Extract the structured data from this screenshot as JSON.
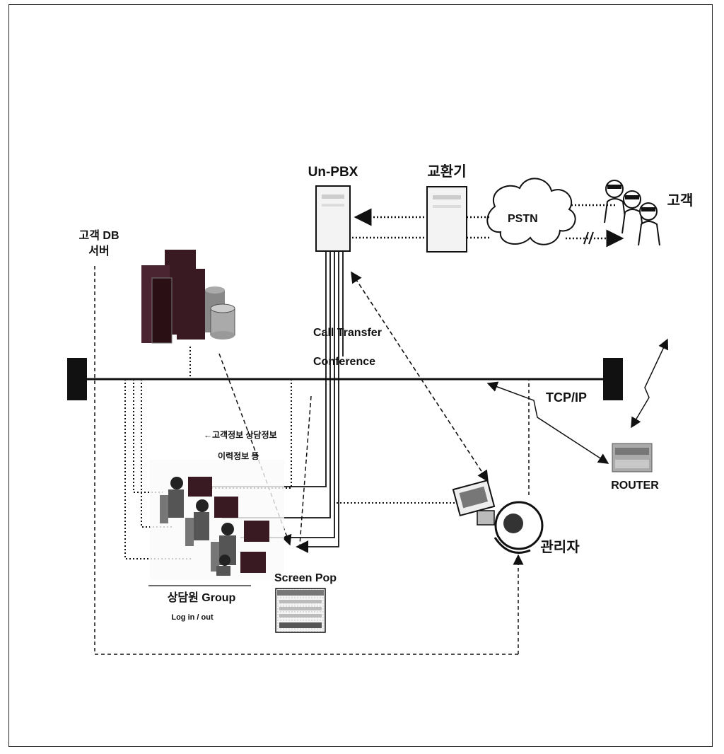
{
  "nodes": {
    "unpbx": "Un-PBX",
    "exchange": "교환기",
    "pstn": "PSTN",
    "customers": "고객",
    "db_server_line1": "고객 DB",
    "db_server_line2": "서버",
    "call_transfer": "Call Transfer",
    "conference": "Conference",
    "tcpip": "TCP/IP",
    "router": "ROUTER",
    "manager": "관리자",
    "screen_pop": "Screen Pop",
    "agent_group": "상담원 Group",
    "login_out": "Log in / out",
    "history_line1": "←고객정보 상담정보",
    "history_line2": "이력정보 등"
  },
  "colors": {
    "line": "#111111",
    "server_dark": "#3a1a22",
    "device_fill": "#f2f2f2"
  }
}
